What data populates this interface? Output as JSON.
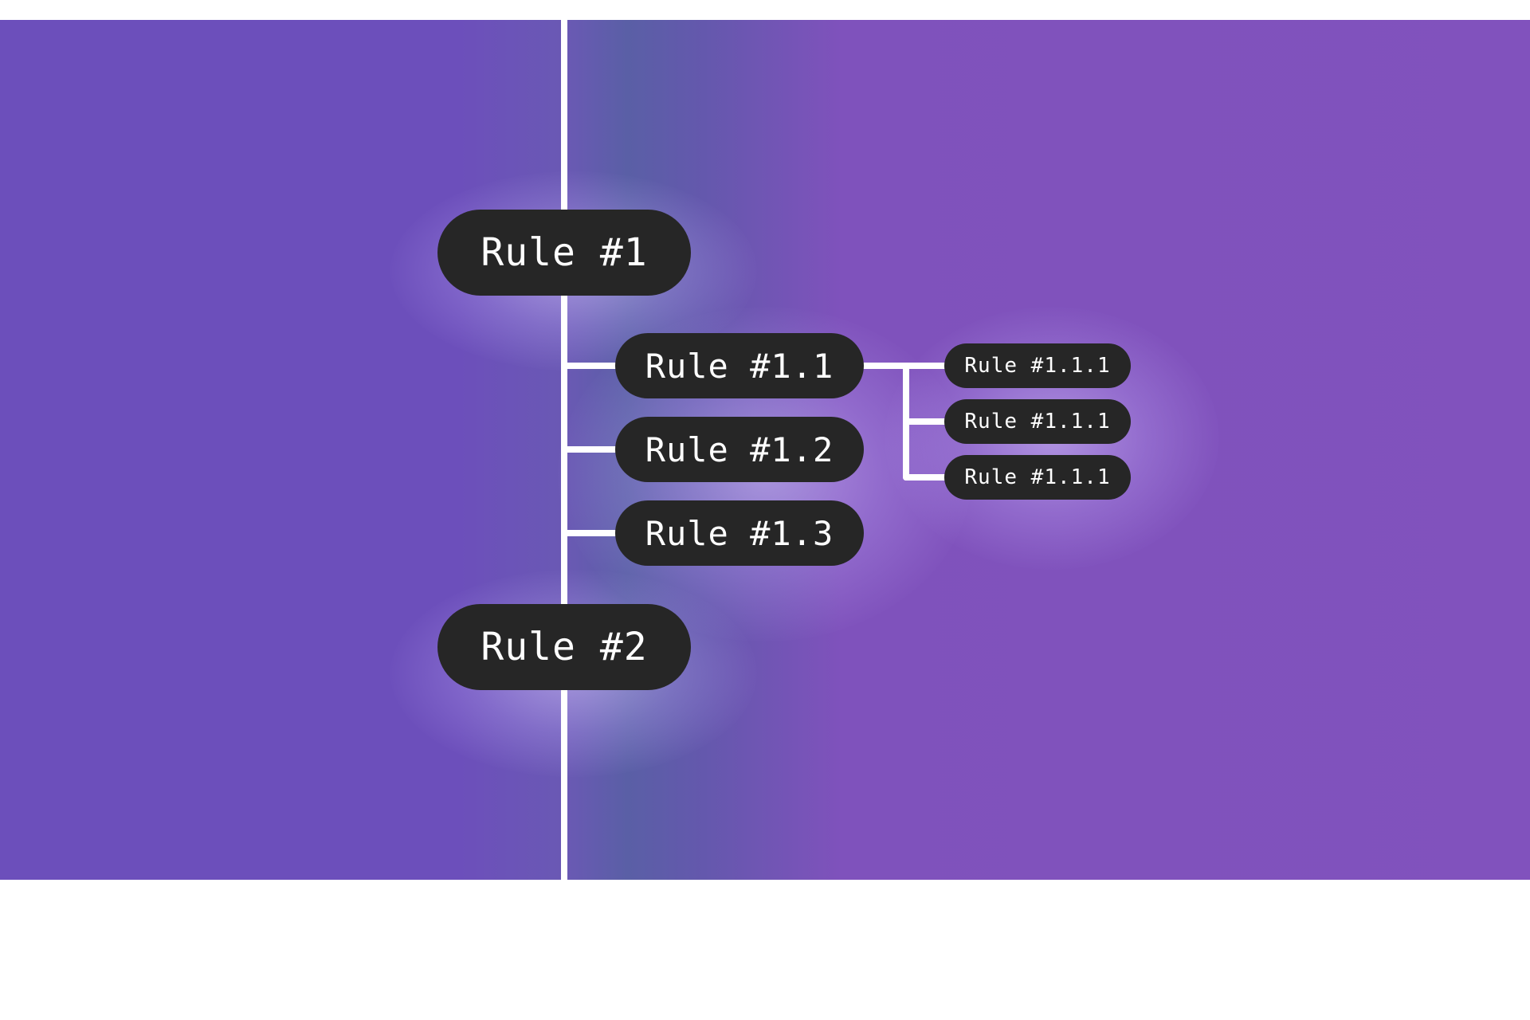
{
  "diagram": {
    "nodes": {
      "rule1": "Rule #1",
      "rule1_1": "Rule #1.1",
      "rule1_2": "Rule #1.2",
      "rule1_3": "Rule #1.3",
      "rule1_1_1_a": "Rule #1.1.1",
      "rule1_1_1_b": "Rule #1.1.1",
      "rule1_1_1_c": "Rule #1.1.1",
      "rule2": "Rule #2"
    },
    "colors": {
      "background_left": "#6c4fbb",
      "background_right": "#8152bd",
      "node_fill": "#262626",
      "node_text": "#ffffff",
      "connector": "#ffffff"
    }
  }
}
